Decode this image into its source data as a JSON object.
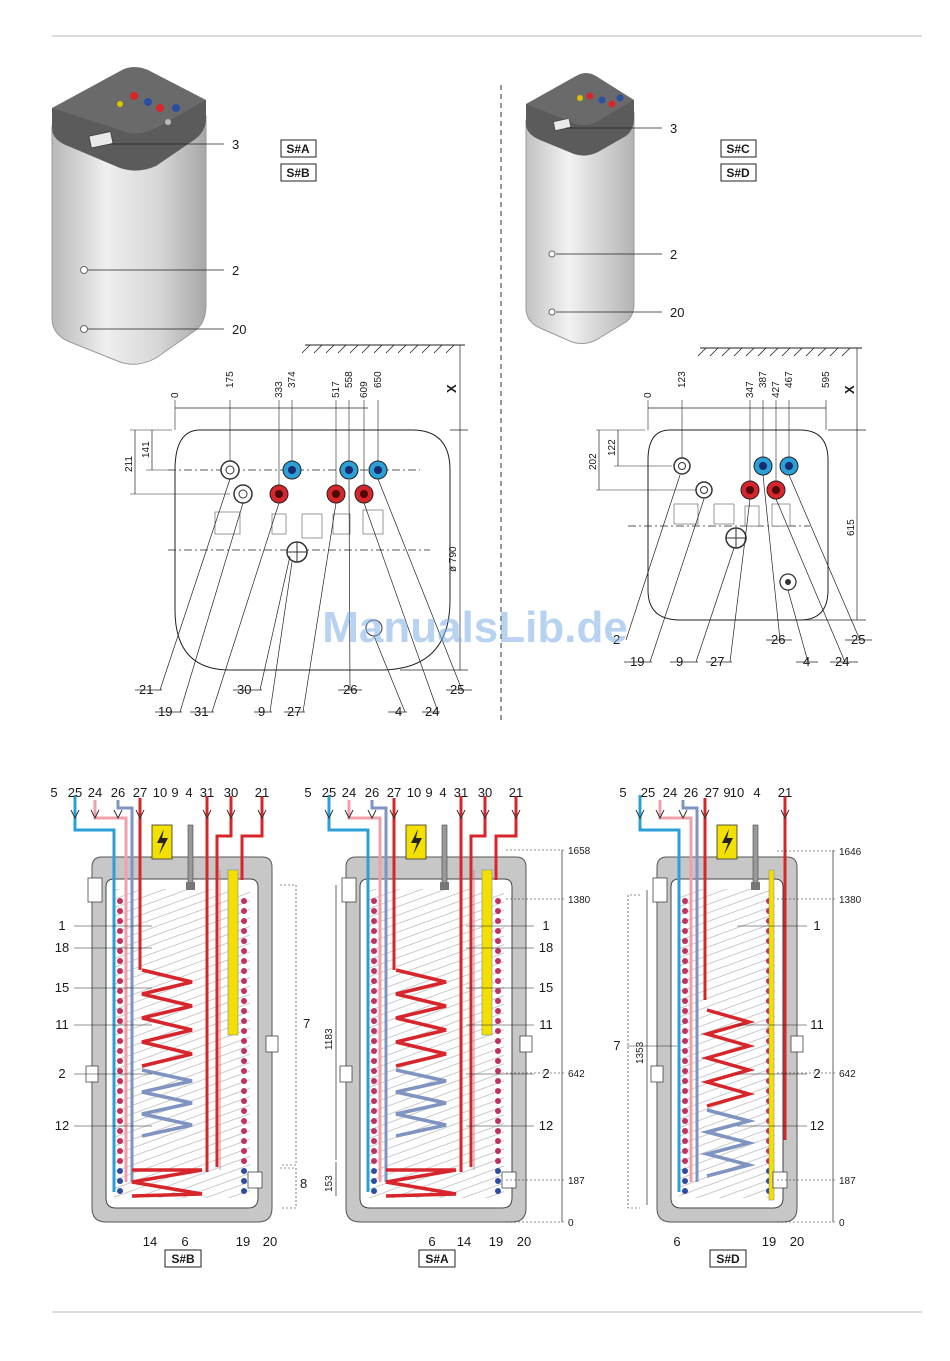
{
  "colors": {
    "hot": "#d7262b",
    "cold": "#2b9fd8",
    "blue_return": "#7f94c0",
    "pink": "#f0a0a8",
    "yellow": "#f2e000",
    "casing": "#c7c7c7",
    "lid": "#5a5a5a"
  },
  "icons": [
    "electric-heater-icon",
    "thermometer-icon",
    "solar-panel-icon",
    "tap-icon"
  ],
  "top": {
    "left": {
      "variants": [
        "S#A",
        "S#B"
      ],
      "labels": {
        "lid": "3",
        "sensor": "2",
        "drain": "20"
      },
      "x_axis": [
        "0",
        "175",
        "333",
        "374",
        "517",
        "558",
        "609",
        "650"
      ],
      "y_axis": [
        "141",
        "211"
      ],
      "wall": "X",
      "diameter": "ø 790",
      "callouts": [
        "21",
        "19",
        "31",
        "30",
        "9",
        "27",
        "26",
        "4",
        "24",
        "25"
      ]
    },
    "right": {
      "variants": [
        "S#C",
        "S#D"
      ],
      "labels": {
        "lid": "3",
        "sensor": "2",
        "drain": "20"
      },
      "x_axis": [
        "0",
        "123",
        "347",
        "387",
        "427",
        "467",
        "595"
      ],
      "y_axis": [
        "122",
        "202"
      ],
      "wall": "X",
      "height": "615",
      "callouts": [
        "2",
        "19",
        "9",
        "27",
        "26",
        "4",
        "24",
        "25"
      ]
    }
  },
  "bottom": {
    "B": {
      "tag": "S#B",
      "top_labels": [
        "5",
        "25",
        "24",
        "26",
        "27",
        "10",
        "9",
        "4",
        "31",
        "30",
        "21"
      ],
      "side_labels": [
        "1",
        "18",
        "15",
        "11",
        "2",
        "12"
      ],
      "bottom_labels": [
        "14",
        "6",
        "19",
        "20"
      ],
      "bracket": [
        "7",
        "8"
      ]
    },
    "A": {
      "tag": "S#A",
      "top_labels": [
        "5",
        "25",
        "24",
        "26",
        "27",
        "10",
        "9",
        "4",
        "31",
        "30",
        "21"
      ],
      "side_labels": [
        "1",
        "18",
        "15",
        "11",
        "2",
        "12"
      ],
      "bottom_labels": [
        "6",
        "14",
        "19",
        "20"
      ],
      "dims": [
        "1658",
        "1380",
        "642",
        "187",
        "0"
      ],
      "vert_dims": [
        "1183",
        "153"
      ]
    },
    "D": {
      "tag": "S#D",
      "top_labels": [
        "5",
        "25",
        "24",
        "26",
        "27",
        "9",
        "10",
        "4",
        "21"
      ],
      "side_labels": [
        "7",
        "1",
        "11",
        "2",
        "12"
      ],
      "bottom_labels": [
        "6",
        "19",
        "20"
      ],
      "dims": [
        "1646",
        "1380",
        "642",
        "187",
        "0"
      ],
      "vert_dims": [
        "1353"
      ]
    }
  },
  "watermark": "ManualsLib.de"
}
